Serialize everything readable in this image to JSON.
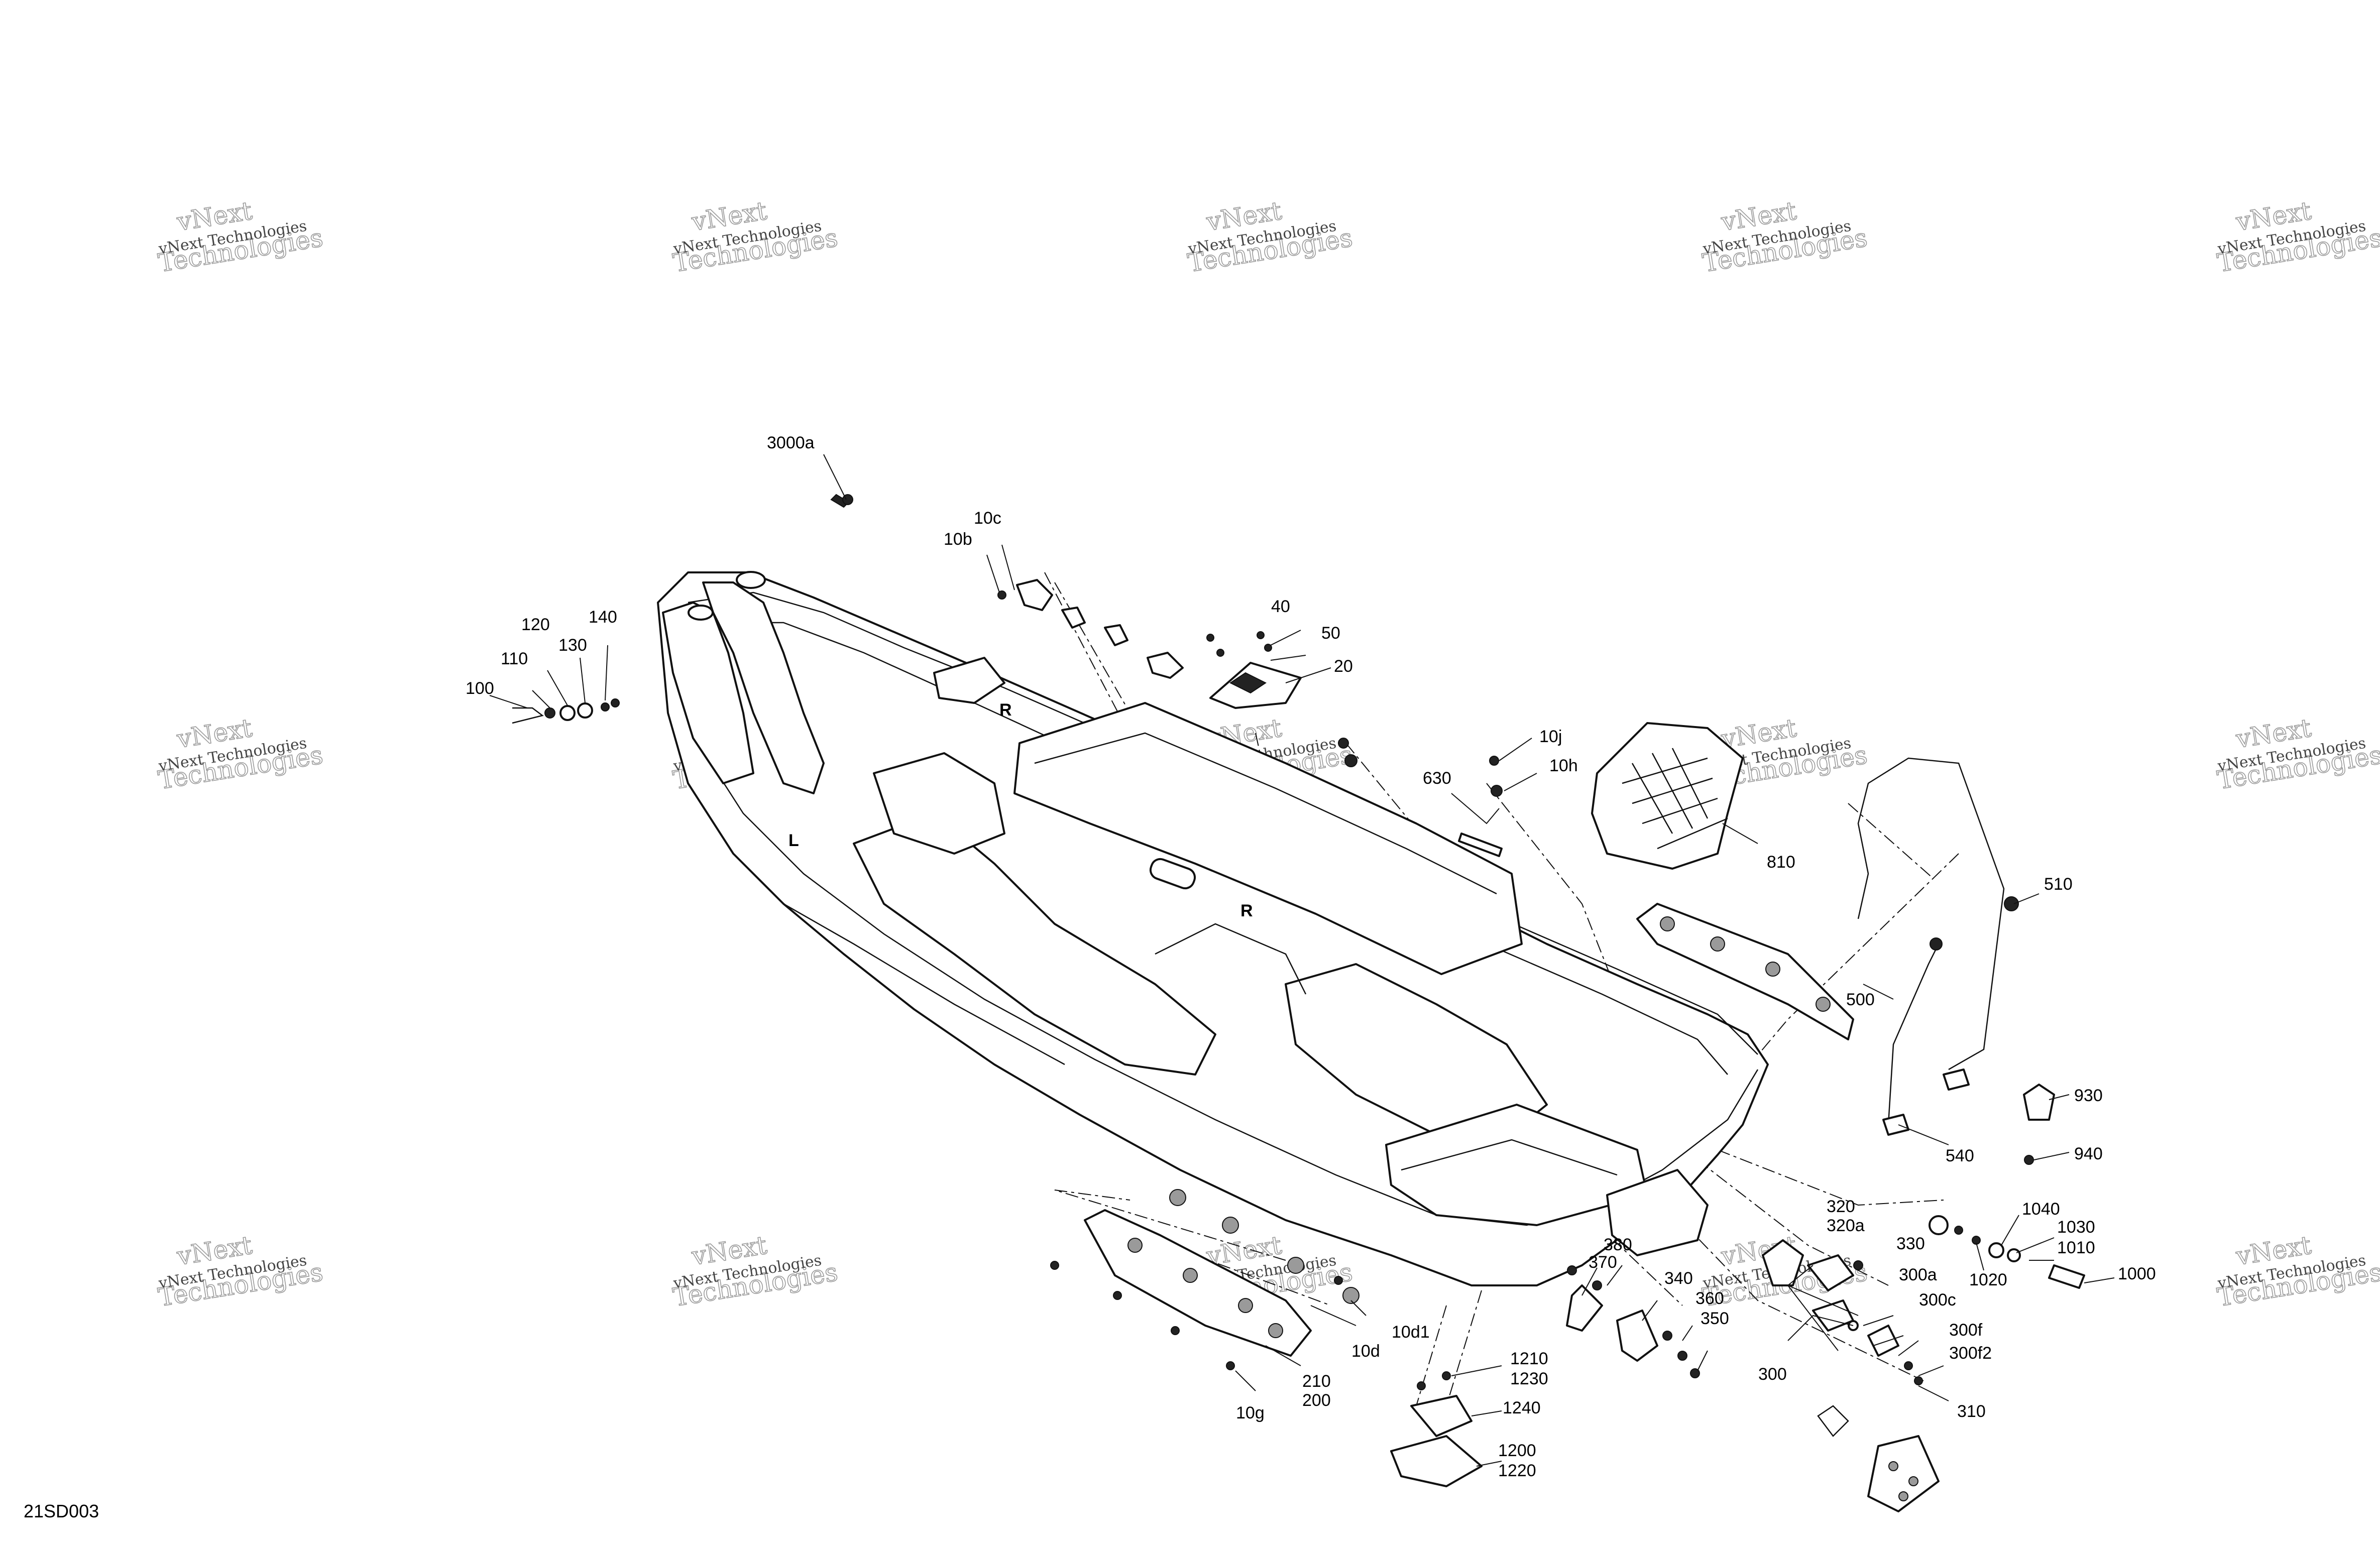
{
  "diagram_code": "21SD003",
  "watermark": {
    "line1": "vNext Technologies",
    "line2": "vNext",
    "line3": "Technologies"
  },
  "callouts": {
    "p3000a": "3000a",
    "p10c": "10c",
    "p10b": "10b",
    "p40": "40",
    "p50": "50",
    "p20": "20",
    "p140": "140",
    "p120": "120",
    "p130": "130",
    "p110": "110",
    "p100": "100",
    "p10j": "10j",
    "p10h": "10h",
    "p630": "630",
    "p810": "810",
    "p510": "510",
    "p500": "500",
    "p540": "540",
    "p930": "930",
    "p940": "940",
    "p1040": "1040",
    "p1030": "1030",
    "p1010": "1010",
    "p1000": "1000",
    "p1020": "1020",
    "p320": "320",
    "p320a": "320a",
    "p330": "330",
    "p300a": "300a",
    "p300c": "300c",
    "p300f": "300f",
    "p300f2": "300f2",
    "p300": "300",
    "p310": "310",
    "p380": "380",
    "p370": "370",
    "p340": "340",
    "p360": "360",
    "p350": "350",
    "p1210": "1210",
    "p1230": "1230",
    "p1240": "1240",
    "p1200": "1200",
    "p1220": "1220",
    "p10d1": "10d1",
    "p10d": "10d",
    "p210": "210",
    "p200": "200",
    "p10g": "10g"
  },
  "hull_markings": {
    "right_front": "R",
    "right_rear": "R",
    "left": "L"
  }
}
